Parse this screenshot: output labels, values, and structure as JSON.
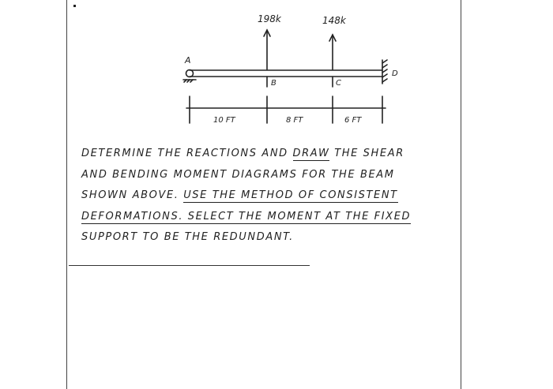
{
  "diagram": {
    "loads": [
      "198k",
      "148k"
    ],
    "nodes": [
      "A",
      "B",
      "C",
      "D"
    ],
    "spans": [
      "10 FT",
      "8 FT",
      "6 FT"
    ]
  },
  "problem": {
    "line1_a": "DETERMINE THE REACTIONS AND ",
    "line1_b": "DRAW",
    "line1_c": " THE SHEAR",
    "line2": "AND BENDING MOMENT DIAGRAMS FOR THE BEAM",
    "line3_a": "SHOWN ABOVE. ",
    "line3_b": "USE THE METHOD OF CONSISTENT",
    "line4": "DEFORMATIONS. SELECT THE MOMENT AT THE FIXED",
    "line5": "SUPPORT TO BE THE REDUNDANT."
  },
  "colors": {
    "ink": "#222222",
    "border": "#444444"
  }
}
